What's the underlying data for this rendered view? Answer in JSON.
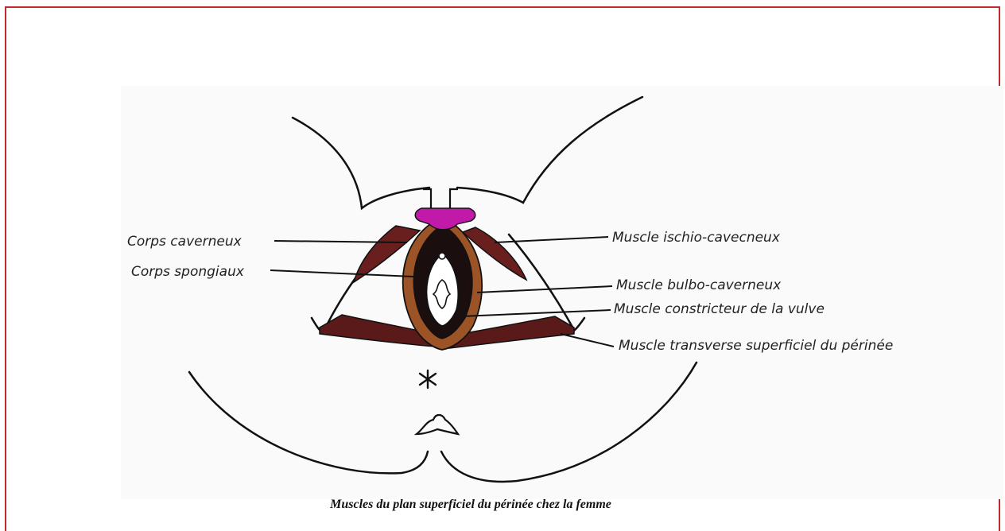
{
  "labels": {
    "corps_caverneux": "Corps caverneux",
    "corps_spongiaux": "Corps spongiaux",
    "ischio_caverneux": "Muscle ischio-cavecneux",
    "bulbo_caverneux": "Muscle bulbo-caverneux",
    "constricteur_vulve": "Muscle constricteur de la vulve",
    "transverse_superficiel": "Muscle transverse superficiel du périnée"
  },
  "caption": "Muscles du plan superficiel du périnée chez la femme",
  "colors": {
    "frame_border": "#c0292b",
    "muscle_dark": "#5a1a1a",
    "muscle_brown": "#8a4a22",
    "clitoris_magenta": "#c21aa8",
    "black_tissue": "#1a0e0e",
    "orange_bulb": "#b8672a"
  }
}
